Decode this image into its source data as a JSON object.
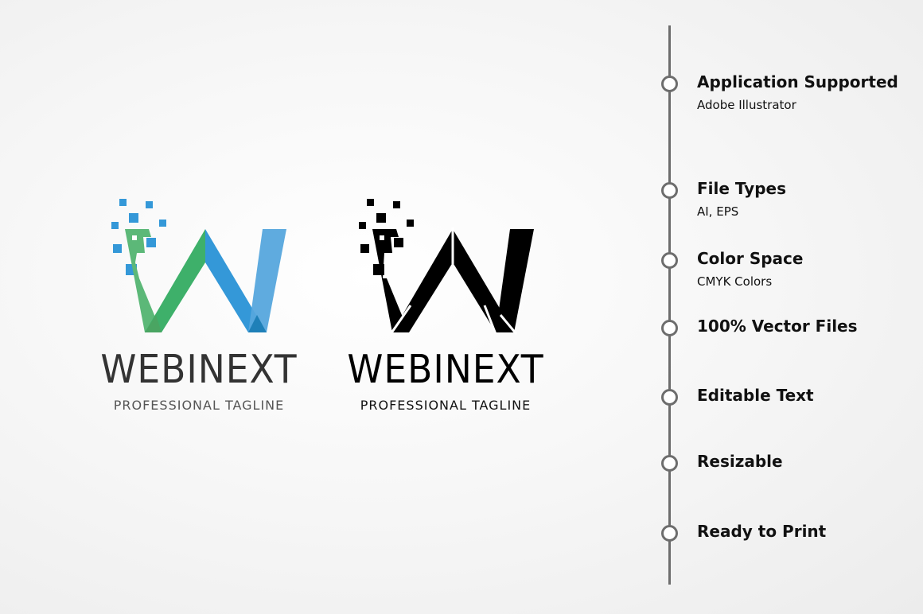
{
  "logos": [
    {
      "variant": "color",
      "name": "WEBINEXT",
      "tagline": "PROFESSIONAL TAGLINE"
    },
    {
      "variant": "black",
      "name": "WEBINEXT",
      "tagline": "PROFESSIONAL TAGLINE"
    }
  ],
  "colors": {
    "green": "#3eb06a",
    "light_green": "#5cb878",
    "blue": "#3498d8",
    "light_blue": "#56a7dd",
    "text_dark": "#333333",
    "tagline": "#555555",
    "timeline": "#6d6d6d"
  },
  "features": [
    {
      "title": "Application Supported",
      "subtitle": "Adobe Illustrator"
    },
    {
      "title": "File Types",
      "subtitle": "AI, EPS"
    },
    {
      "title": "Color Space",
      "subtitle": "CMYK Colors"
    },
    {
      "title": "100% Vector Files"
    },
    {
      "title": "Editable Text"
    },
    {
      "title": "Resizable"
    },
    {
      "title": "Ready to Print"
    }
  ]
}
